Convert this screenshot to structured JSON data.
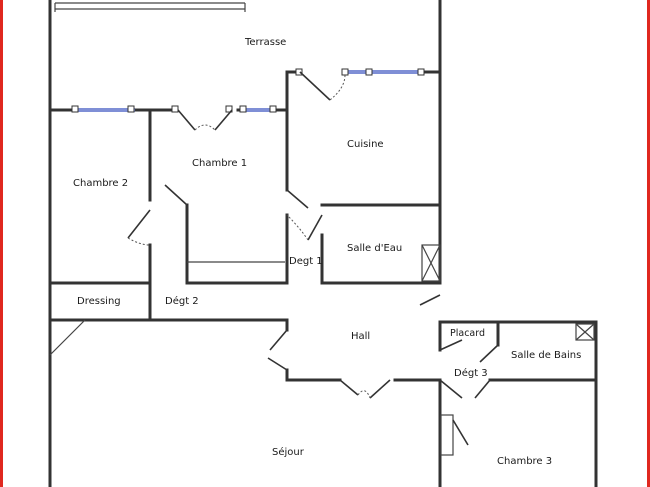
{
  "frame_color": "#e0281f",
  "window_color": "#7f8fd6",
  "rooms": {
    "terrasse": "Terrasse",
    "chambre2": "Chambre 2",
    "chambre1": "Chambre 1",
    "cuisine": "Cuisine",
    "salle_eau": "Salle d'Eau",
    "degt1": "Degt 1",
    "dressing": "Dressing",
    "degt2": "Dégt 2",
    "hall": "Hall",
    "placard": "Placard",
    "salle_bains": "Salle de Bains",
    "degt3": "Dégt 3",
    "sejour": "Séjour",
    "chambre3": "Chambre 3"
  }
}
